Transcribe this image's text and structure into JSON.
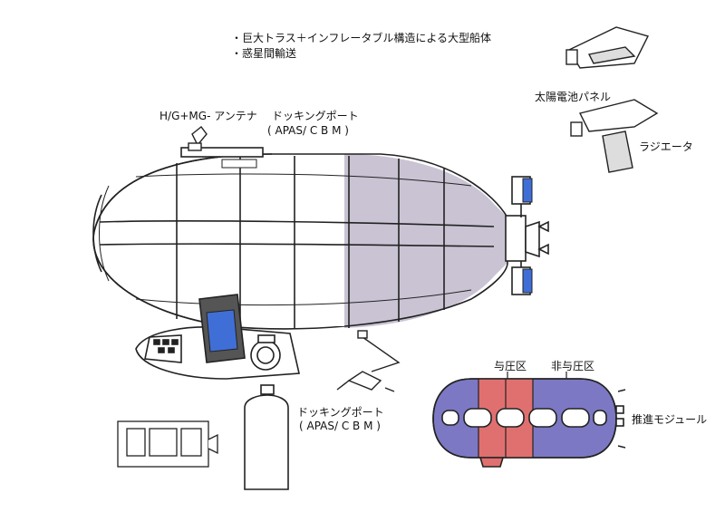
{
  "notes": [
    "・巨大トラス＋インフレータブル構造による大型船体",
    "・惑星間輸送"
  ],
  "labels": {
    "antenna": "H/G+MG- アンテナ",
    "docking_port_top": "ドッキングポート",
    "docking_port_top_sub": "( APAS/ C B M )",
    "solar_panel": "太陽電池パネル",
    "radiator": "ラジエータ",
    "docking_port_bottom": "ドッキングポート",
    "docking_port_bottom_sub": "( APAS/ C B M )",
    "pressurized": "与圧区",
    "unpressurized": "非与圧区",
    "propulsion": "推進モジュール"
  },
  "colors": {
    "ink": "#222222",
    "shade": "#c9c3d3",
    "pressurized": "#e07070",
    "unpressurized": "#7c78c4",
    "solar_cell": "#3f6fd6"
  }
}
